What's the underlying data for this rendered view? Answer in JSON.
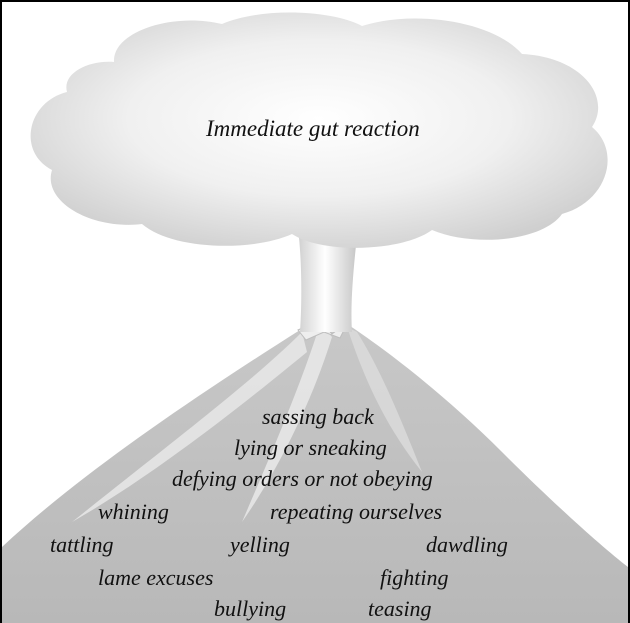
{
  "cloud_label": "Immediate gut reaction",
  "triggers": {
    "sassing_back": "sassing back",
    "lying_or_sneaking": "lying or sneaking",
    "defying_orders": "defying orders or not obeying",
    "whining": "whining",
    "repeating_ourselves": "repeating ourselves",
    "tattling": "tattling",
    "yelling": "yelling",
    "dawdling": "dawdling",
    "lame_excuses": "lame excuses",
    "fighting": "fighting",
    "bullying": "bullying",
    "teasing": "teasing"
  }
}
